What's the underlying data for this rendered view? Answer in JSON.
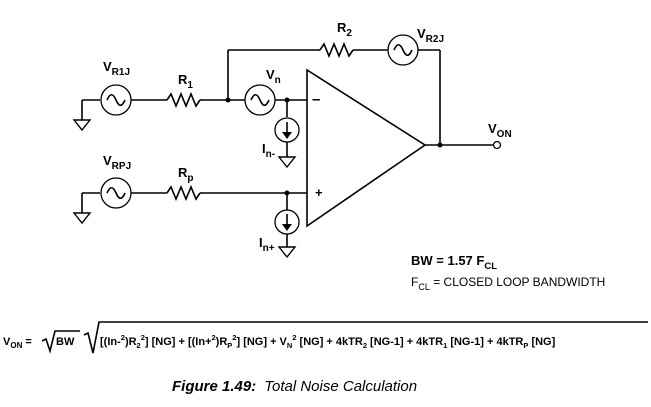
{
  "labels": {
    "vr1j": "V",
    "vr1j_sub": "R1J",
    "r1": "R",
    "r1_sub": "1",
    "vn": "V",
    "vn_sub": "n",
    "r2": "R",
    "r2_sub": "2",
    "vr2j": "V",
    "vr2j_sub": "R2J",
    "vrpj": "V",
    "vrpj_sub": "RPJ",
    "rp": "R",
    "rp_sub": "p",
    "in_minus": "I",
    "in_minus_sub": "n-",
    "in_plus": "I",
    "in_plus_sub": "n+",
    "von": "V",
    "von_sub": "ON",
    "minus_sign": "–",
    "plus_sign": "+"
  },
  "bw": {
    "line1_main": "BW = 1.57 F",
    "line1_sub": "CL",
    "line2_main": "F",
    "line2_sub": "CL",
    "line2_rest": " = CLOSED LOOP BANDWIDTH"
  },
  "formula": {
    "von": "V",
    "von_sub": "ON",
    "eq": " =",
    "bw": "BW",
    "p1": "[(In-",
    "p1_sup": "2",
    "p1b": ")R",
    "p1_sub": "2",
    "p1_sup2": "2",
    "p1c": "] [NG] + [(In+",
    "p1_sup3": "2",
    "p1d": ")R",
    "p1_sub2": "P",
    "p1_sup4": "2",
    "p1e": "] [NG] + V",
    "p1_sub3": "N",
    "p1_sup5": "2",
    "p1f": " [NG] + 4kTR",
    "p1_sub4": "2",
    "p1g": " [NG-1] + 4kTR",
    "p1_sub5": "1",
    "p1h": " [NG-1] + 4kTR",
    "p1_sub6": "P",
    "p1i": " [NG]"
  },
  "caption": {
    "fig": "Figure  1.49:",
    "title": "Total Noise Calculation"
  }
}
